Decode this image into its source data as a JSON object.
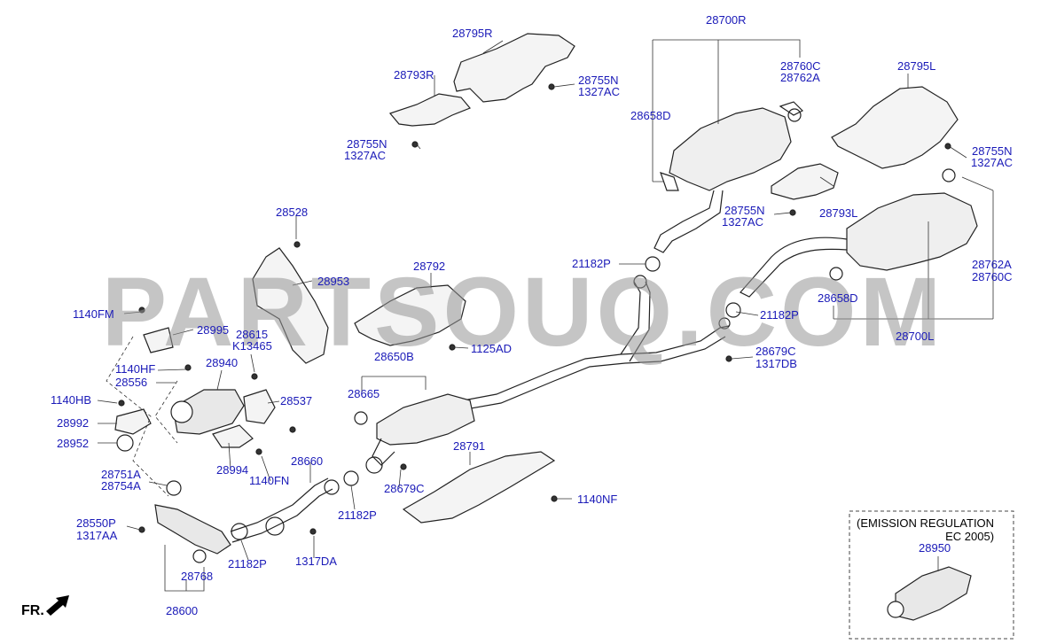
{
  "watermark": "PARTSOUQ.COM",
  "orientation_label": "FR.",
  "emission_box": {
    "line1": "(EMISSION REGULATION",
    "line2": "EC 2005)"
  },
  "labels": {
    "p28795R": "28795R",
    "p28793R": "28793R",
    "p28755N_a": "28755N",
    "p1327AC_a": "1327AC",
    "p28755N_b": "28755N",
    "p1327AC_b": "1327AC",
    "p28700R": "28700R",
    "p28760C_a": "28760C",
    "p28762A_a": "28762A",
    "p28658D_a": "28658D",
    "p28795L": "28795L",
    "p28755N_c": "28755N",
    "p1327AC_c": "1327AC",
    "p28755N_d": "28755N",
    "p1327AC_d": "1327AC",
    "p28793L": "28793L",
    "p28528": "28528",
    "p28953": "28953",
    "p28792": "28792",
    "p1140FM": "1140FM",
    "p28995": "28995",
    "p28615": "28615",
    "pK13465": "K13465",
    "p1125AD": "1125AD",
    "p21182P_a": "21182P",
    "p21182P_b": "21182P",
    "p28762A_b": "28762A",
    "p28760C_b": "28760C",
    "p28658D_b": "28658D",
    "p28679C_a": "28679C",
    "p1317DB": "1317DB",
    "p28700L": "28700L",
    "p1140HF": "1140HF",
    "p28940": "28940",
    "p28556": "28556",
    "p28650B": "28650B",
    "p28665": "28665",
    "p1140HB": "1140HB",
    "p28537": "28537",
    "p28992": "28992",
    "p28952": "28952",
    "p28994": "28994",
    "p1140FN": "1140FN",
    "p28660": "28660",
    "p28791": "28791",
    "p28751A": "28751A",
    "p28754A": "28754A",
    "p28679C_b": "28679C",
    "p1140NF": "1140NF",
    "p21182P_c": "21182P",
    "p28550P": "28550P",
    "p1317AA": "1317AA",
    "p21182P_d": "21182P",
    "p1317DA": "1317DA",
    "p28768": "28768",
    "p28600": "28600",
    "p28950": "28950"
  }
}
